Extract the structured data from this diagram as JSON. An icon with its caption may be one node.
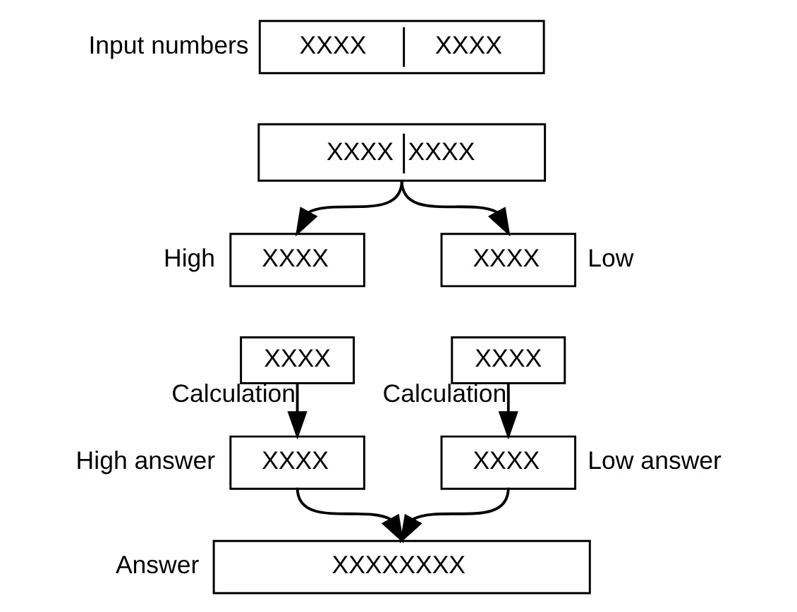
{
  "diagram": {
    "nodes": [
      {
        "text": [
          "XXXX",
          "XXXX"
        ],
        "beside": [
          "Input numbers"
        ]
      },
      {
        "text": [
          "XXXX",
          "XXXX"
        ]
      },
      {
        "text": [
          "XXXX"
        ],
        "beside": [
          "High"
        ]
      },
      {
        "text": [
          "XXXX"
        ]
      },
      {
        "text": [
          "XXXX"
        ],
        "beside": [
          "Low"
        ]
      },
      {
        "text": [
          "XXXX"
        ]
      },
      {
        "text": [
          "XXXX"
        ],
        "beside": [
          "High answer"
        ]
      },
      {
        "text": [
          "XXXX"
        ],
        "beside": [
          "Low answer"
        ]
      },
      {
        "text": [
          "XXXXXXXX"
        ],
        "beside": [
          "Answer"
        ]
      }
    ],
    "edges": [
      {
        "from": 1,
        "to": 2,
        "arrow": "to"
      },
      {
        "from": 1,
        "to": 4,
        "arrow": "to"
      },
      {
        "from": 3,
        "to": 6,
        "arrow": "to",
        "label": "Calculation"
      },
      {
        "from": 5,
        "to": 7,
        "arrow": "to",
        "label": "Calculation"
      },
      {
        "from": 6,
        "to": 8,
        "arrow": "to"
      },
      {
        "from": 7,
        "to": 8,
        "arrow": "to"
      }
    ]
  }
}
